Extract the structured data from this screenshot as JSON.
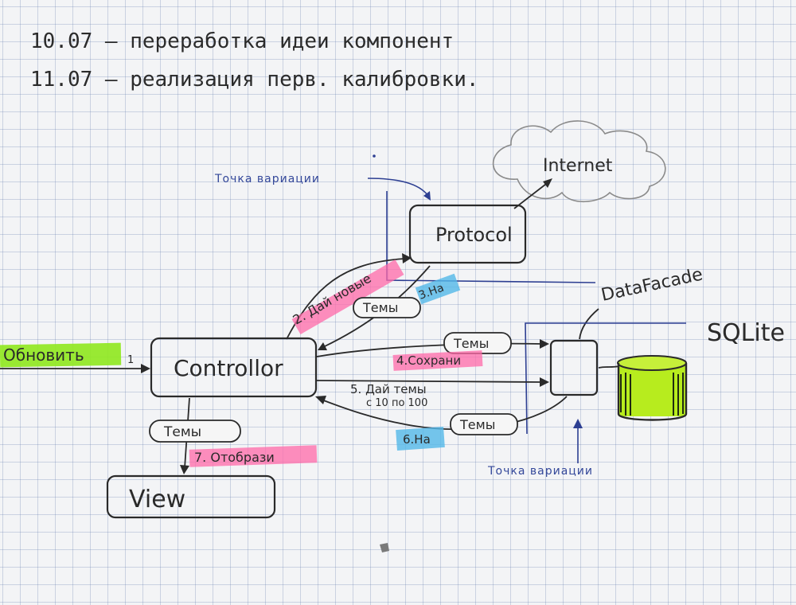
{
  "notes": {
    "line1": "10.07  –  переработка  идеи  компонент",
    "line2": "11.07  –  реализация  перв.  калибровки."
  },
  "nodes": {
    "controller": "Controllor",
    "protocol": "Protocol",
    "view": "View",
    "internet": "Internet",
    "datafacade": "DataFacade",
    "sqlite": "SQLite"
  },
  "variation_points": {
    "top": "Точка вариации",
    "bottom": "Точка вариации"
  },
  "messages": {
    "m1": "Обновить",
    "m1_num": "1",
    "m2": "2. Дай новые",
    "m3": "3.На",
    "m3_topic": "Темы",
    "m4": "4.Сохрани",
    "m4_topic": "Темы",
    "m5_line1": "5. Дай темы",
    "m5_line2": "с 10 по 100",
    "m6": "6.На",
    "m6_topic": "Темы",
    "m7": "7. Отобрази",
    "m7_topic": "Темы"
  }
}
